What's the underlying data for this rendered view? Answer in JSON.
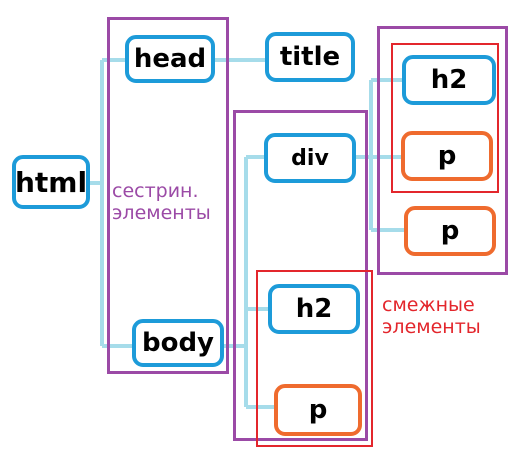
{
  "colors": {
    "line": "#a6dcea",
    "element_border": "#1d9bd9",
    "highlight_border": "#ef6b2e",
    "sibling_frame": "#9b4aa6",
    "adjacent_frame": "#e3262c"
  },
  "nodes": {
    "html": "html",
    "head": "head",
    "body": "body",
    "title": "title",
    "div": "div",
    "body_h2": "h2",
    "body_p": "p",
    "div_h2": "h2",
    "div_p": "p",
    "div_p2": "p"
  },
  "labels": {
    "siblings_line1": "сестрин.",
    "siblings_line2": "элементы",
    "adjacent_line1": "смежные",
    "adjacent_line2": "элементы"
  }
}
